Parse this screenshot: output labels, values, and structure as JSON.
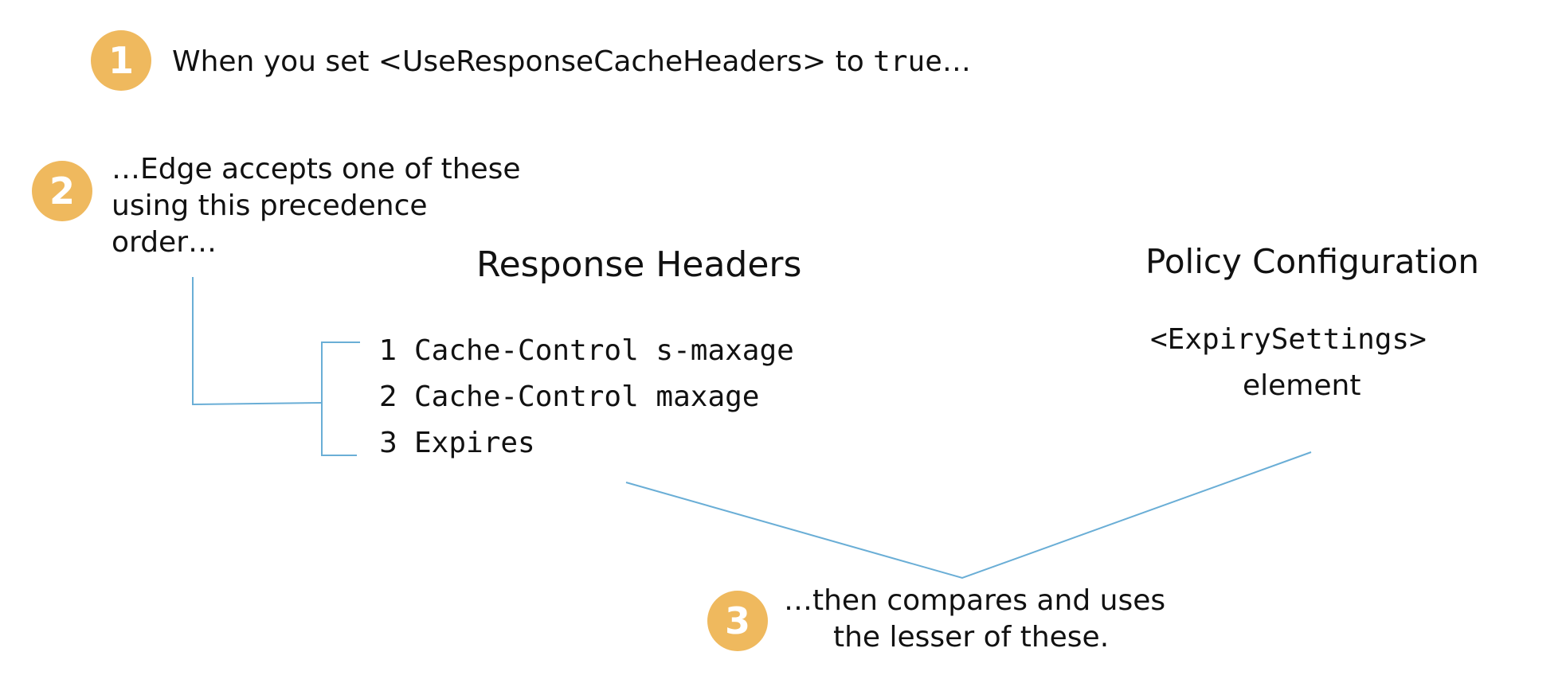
{
  "step1": {
    "badge": "1",
    "text_before": "When you set <UseResponseCacheHeaders> to ",
    "code": "true",
    "text_after": "…"
  },
  "step2": {
    "badge": "2",
    "lines": [
      "…Edge accepts one of these",
      "using this precedence",
      "order…"
    ]
  },
  "response_headers": {
    "title": "Response Headers",
    "items": [
      {
        "num": "1",
        "label": "Cache-Control s-maxage"
      },
      {
        "num": "2",
        "label": "Cache-Control maxage"
      },
      {
        "num": "3",
        "label": "Expires"
      }
    ]
  },
  "policy_configuration": {
    "title": "Policy Configuration",
    "code": "<ExpirySettings>",
    "caption": "element"
  },
  "step3": {
    "badge": "3",
    "lines": [
      "…then compares and uses",
      "the lesser of these."
    ]
  },
  "colors": {
    "badge": "#efb95e",
    "connector": "#6aaed6",
    "text": "#111111"
  }
}
